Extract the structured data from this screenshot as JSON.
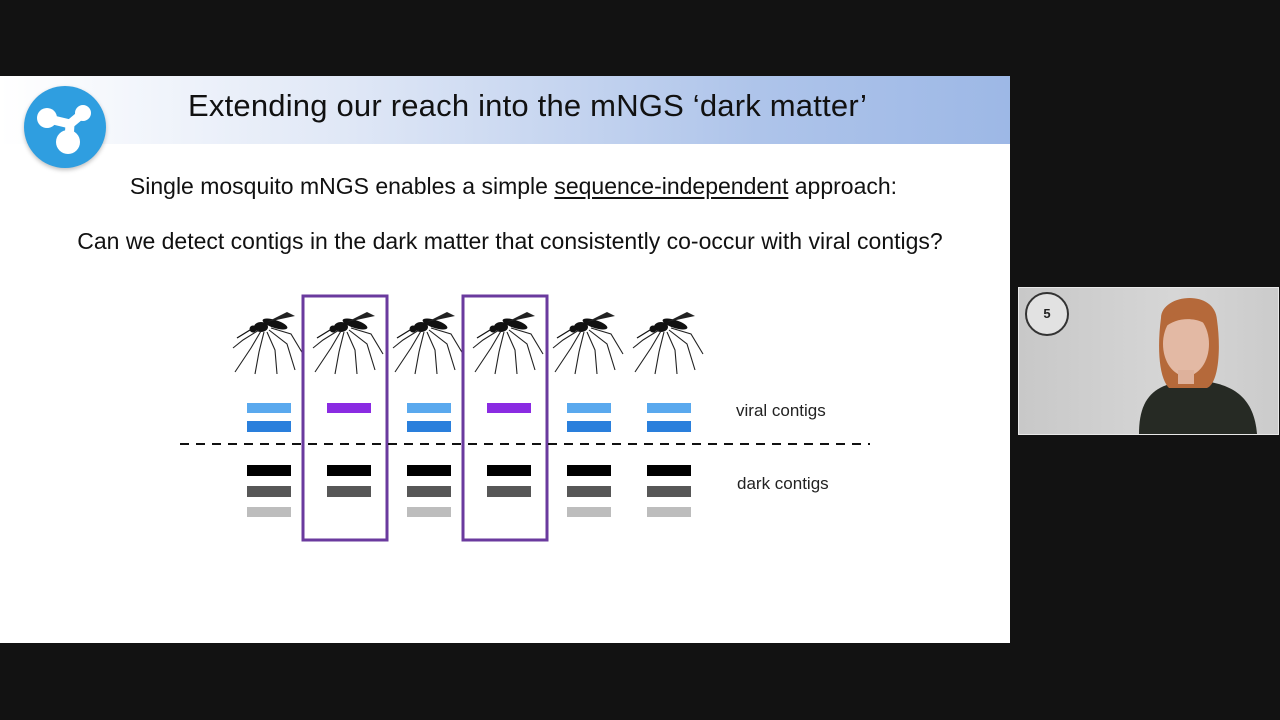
{
  "slide": {
    "title": "Extending our reach into the mNGS ‘dark matter’",
    "line1_before": "Single mosquito mNGS enables a simple ",
    "line1_underlined": "sequence-independent",
    "line1_after": " approach:",
    "line2": "Can we detect contigs in the dark matter that consistently co-occur with viral contigs?",
    "viral_label": "viral contigs",
    "dark_label": "dark contigs",
    "logo_icon": "molecule-logo-icon",
    "mosquito_icon": "mosquito-icon"
  },
  "diagram_content": {
    "mosquito_count": 6,
    "highlighted_samples": [
      2,
      4
    ],
    "viral_colors": [
      "#5aa9ee",
      "#2a7fdc"
    ],
    "highlight_viral_color": "#8a2be2",
    "dark_colors": [
      "#000000",
      "#575757",
      "#bdbdbd"
    ],
    "box_color": "#6a3a9e"
  },
  "webcam": {
    "badge_text": "5"
  }
}
